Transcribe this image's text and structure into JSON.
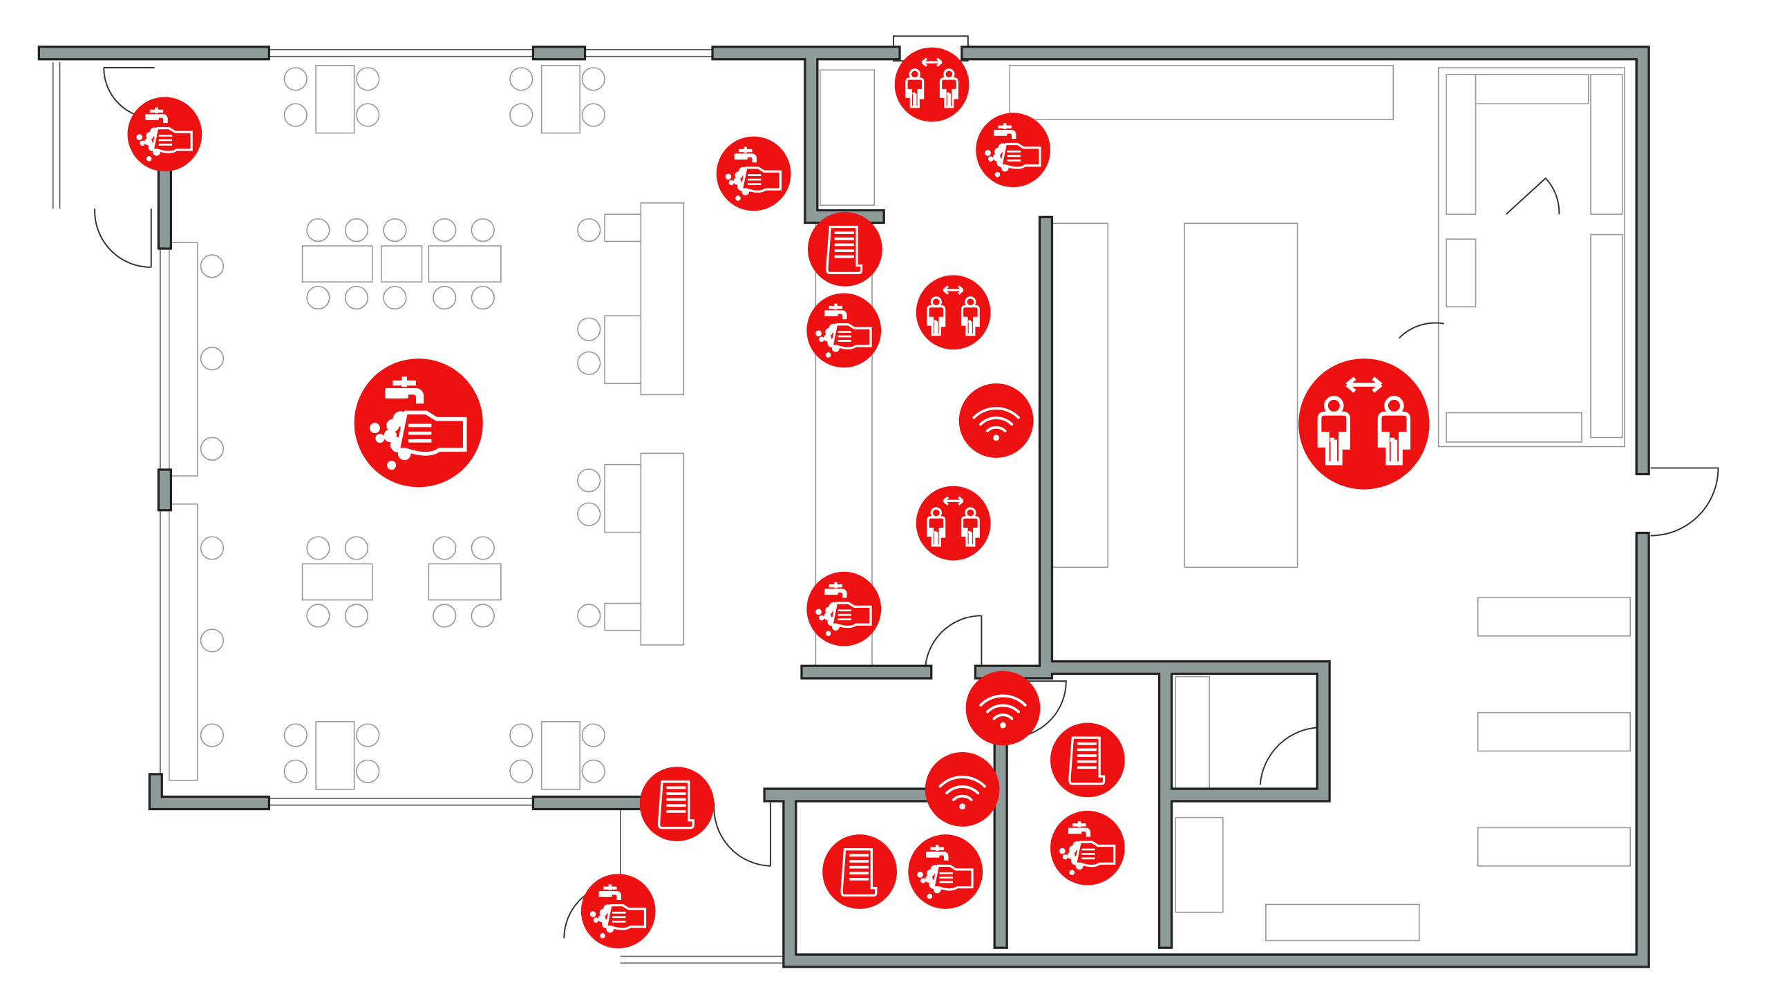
{
  "colors": {
    "marker": "#ee1111",
    "wall_fill": "#8d9c9a",
    "wall_outline": "#222222",
    "furniture": "#9a9a9a"
  },
  "marker_types": {
    "handwash": "hand-washing-icon",
    "distance": "social-distancing-icon",
    "wifi": "wifi-icon",
    "document": "notice-document-icon"
  },
  "markers": [
    {
      "type": "handwash"
    },
    {
      "type": "handwash"
    },
    {
      "type": "handwash"
    },
    {
      "type": "handwash"
    },
    {
      "type": "handwash"
    },
    {
      "type": "handwash"
    },
    {
      "type": "handwash"
    },
    {
      "type": "handwash"
    },
    {
      "type": "handwash"
    },
    {
      "type": "distance"
    },
    {
      "type": "distance"
    },
    {
      "type": "distance"
    },
    {
      "type": "distance"
    },
    {
      "type": "wifi"
    },
    {
      "type": "wifi"
    },
    {
      "type": "wifi"
    },
    {
      "type": "document"
    },
    {
      "type": "document"
    },
    {
      "type": "document"
    },
    {
      "type": "document"
    }
  ]
}
